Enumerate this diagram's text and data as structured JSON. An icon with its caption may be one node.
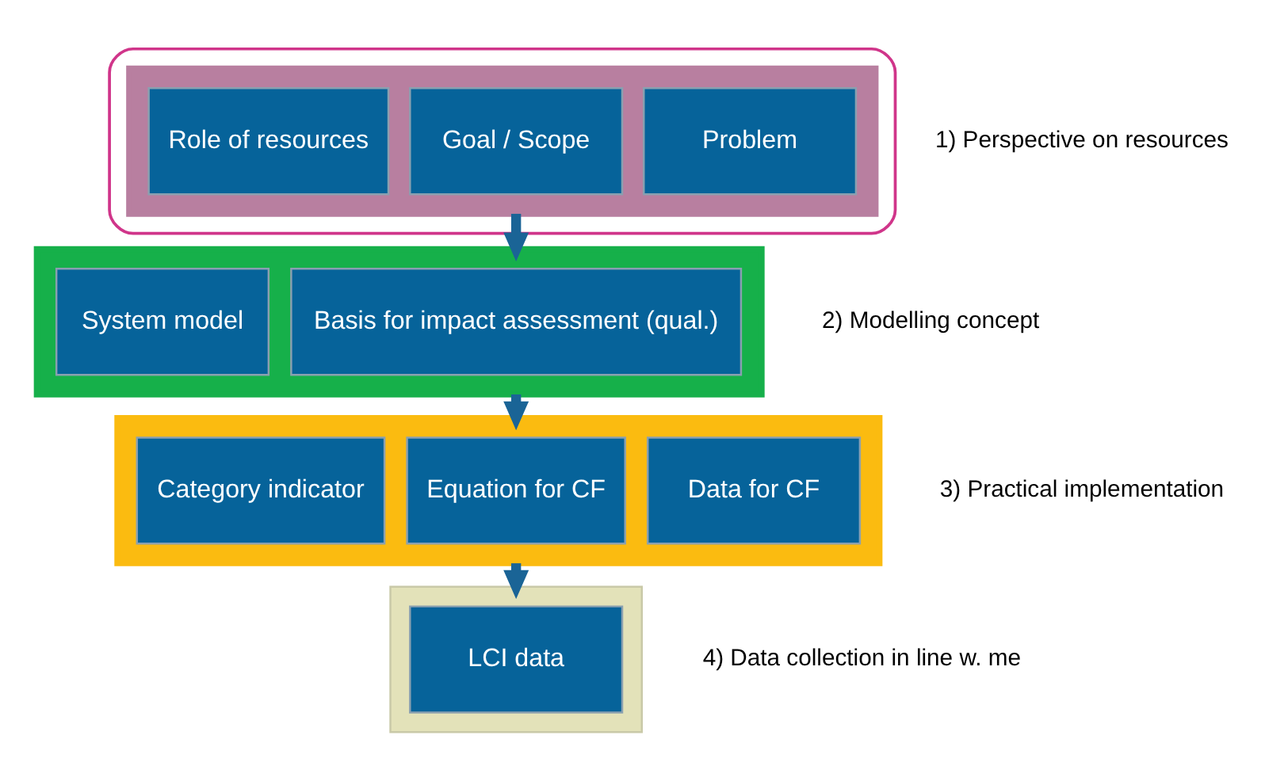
{
  "diagram": {
    "nodes": [
      {
        "text": [],
        "shape": "ellipse"
      },
      {
        "text": [],
        "shape": "box",
        "in": 0,
        "beside": [
          "1) Perspective on resources"
        ]
      },
      {
        "text": [
          "Role of resources"
        ],
        "in": 1
      },
      {
        "text": [
          "Goal / Scope"
        ],
        "in": 1
      },
      {
        "text": [
          "Problem"
        ],
        "in": 1
      },
      {
        "text": [],
        "shape": "box",
        "beside": [
          "2) Modelling concept"
        ]
      },
      {
        "text": [
          "System model"
        ],
        "in": 5
      },
      {
        "text": [
          "Basis for impact assessment (qual.)"
        ],
        "in": 5
      },
      {
        "text": [],
        "shape": "box",
        "beside": [
          "3) Practical implementation"
        ]
      },
      {
        "text": [
          "Category indicator"
        ],
        "in": 8
      },
      {
        "text": [
          "Equation for CF"
        ],
        "in": 8
      },
      {
        "text": [
          "Data for CF"
        ],
        "in": 8
      },
      {
        "text": [],
        "shape": "box",
        "beside": [
          "4) Data collection in line w. me"
        ]
      },
      {
        "text": [
          "LCI data"
        ],
        "in": 12
      }
    ],
    "edges": [
      {
        "from": 1,
        "to": 5,
        "arrow": "to"
      },
      {
        "from": 5,
        "to": 8,
        "arrow": "to"
      },
      {
        "from": 8,
        "to": 12,
        "arrow": "to"
      }
    ]
  }
}
